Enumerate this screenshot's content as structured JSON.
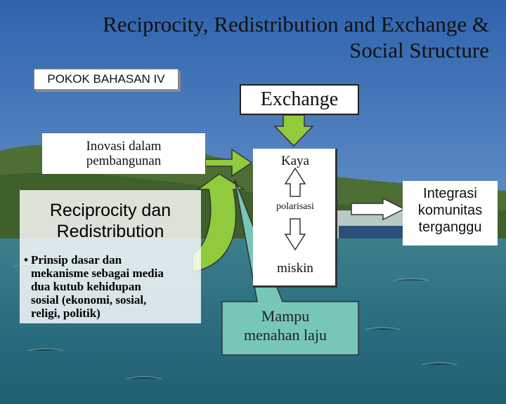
{
  "title": {
    "line1": "Reciprocity, Redistribution and Exchange &",
    "line2": "Social Structure"
  },
  "tag": "POKOK BAHASAN IV",
  "exchange": "Exchange",
  "inovasi": {
    "line1": "Inovasi dalam",
    "line2": "pembangunan"
  },
  "reciprocity": {
    "line1": "Reciprocity dan",
    "line2": "Redistribution",
    "bullet": "•",
    "text_lines": [
      "Prinsip dasar dan",
      "mekanisme sebagai media",
      "dua kutub kehidupan",
      "sosial (ekonomi, sosial,",
      "religi, politik)"
    ]
  },
  "center": {
    "top": "Kaya",
    "middle": "polarisasi",
    "bottom": "miskin"
  },
  "integrasi": {
    "line1": "Integrasi",
    "line2": "komunitas",
    "line3": "terganggu"
  },
  "callout": {
    "line1": "Mampu",
    "line2": "menahan laju"
  },
  "colors": {
    "sky": "#4a7fc0",
    "sea": "#2f7186",
    "arrow_green": "#8fcb3c",
    "callout_teal": "#77c7b9"
  }
}
